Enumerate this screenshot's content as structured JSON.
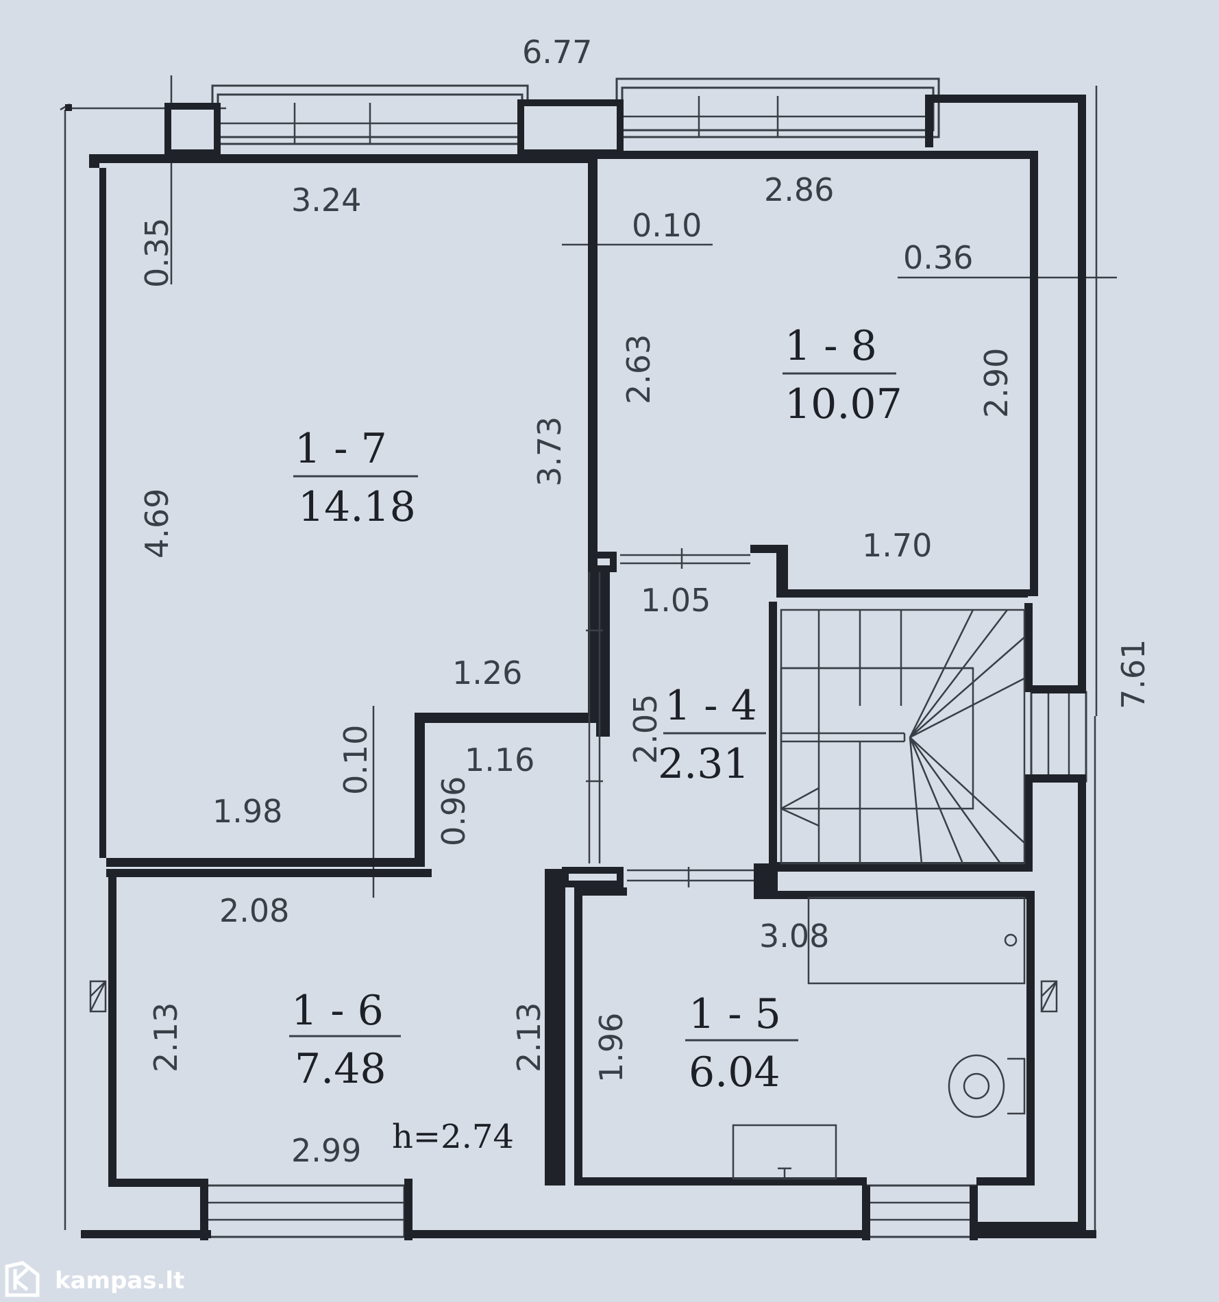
{
  "overall": {
    "width_label": "6.77",
    "height_label": "7.61"
  },
  "rooms": [
    {
      "id": "1 - 7",
      "area": "14.18"
    },
    {
      "id": "1 - 8",
      "area": "10.07"
    },
    {
      "id": "1 - 4",
      "area": "2.31"
    },
    {
      "id": "1 - 6",
      "area": "7.48"
    },
    {
      "id": "1 - 5",
      "area": "6.04"
    }
  ],
  "dimensions": {
    "d_3_24": "3.24",
    "d_0_35": "0.35",
    "d_3_73": "3.73",
    "d_4_69": "4.69",
    "d_1_26": "1.26",
    "d_0_10_a": "0.10",
    "d_1_98": "1.98",
    "d_2_86": "2.86",
    "d_0_10_b": "0.10",
    "d_0_36": "0.36",
    "d_2_63": "2.63",
    "d_2_90": "2.90",
    "d_1_70": "1.70",
    "d_1_05": "1.05",
    "d_2_05": "2.05",
    "d_0_96": "0.96",
    "d_1_16": "1.16",
    "d_2_08": "2.08",
    "d_2_13_a": "2.13",
    "d_2_13_b": "2.13",
    "d_2_99": "2.99",
    "d_h": "h=2.74",
    "d_3_08": "3.08",
    "d_1_96": "1.96"
  },
  "watermark": {
    "text": "kampas.lt"
  },
  "colors": {
    "paper": "#d7dde6",
    "wall": "#1f2329",
    "ink": "#3a3f47"
  }
}
